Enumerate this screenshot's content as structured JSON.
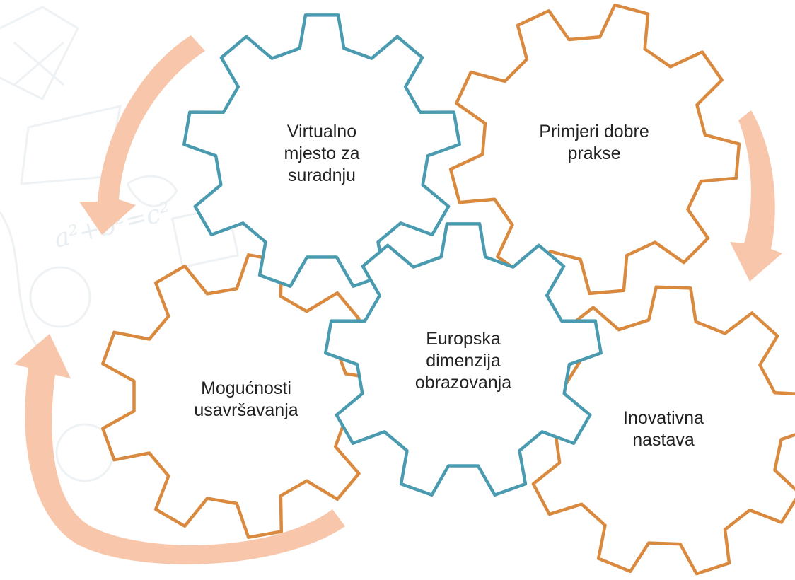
{
  "colors": {
    "blue_gear": "#4a9bb0",
    "orange_gear": "#d98a3f",
    "arrow": "#f8c3a6",
    "sketch": "#eef2f4",
    "text": "#222222"
  },
  "gears": [
    {
      "id": "virtual",
      "color_key": "blue_gear",
      "lines": [
        "Virtualno",
        "mjesto za",
        "suradnju"
      ]
    },
    {
      "id": "practice",
      "color_key": "orange_gear",
      "lines": [
        "Primjeri dobre",
        "prakse"
      ]
    },
    {
      "id": "european",
      "color_key": "blue_gear",
      "lines": [
        "Europska",
        "dimenzija",
        "obrazovanja"
      ]
    },
    {
      "id": "training",
      "color_key": "orange_gear",
      "lines": [
        "Mogućnosti",
        "usavršavanja"
      ]
    },
    {
      "id": "innovative",
      "color_key": "orange_gear",
      "lines": [
        "Inovativna",
        "nastava"
      ]
    }
  ],
  "arrows": [
    {
      "id": "arrow-top-left",
      "direction": "counter-clockwise"
    },
    {
      "id": "arrow-right",
      "direction": "clockwise"
    },
    {
      "id": "arrow-bottom-left",
      "direction": "clockwise"
    }
  ],
  "background_sketch": {
    "formula": "a²+b²=c²"
  }
}
